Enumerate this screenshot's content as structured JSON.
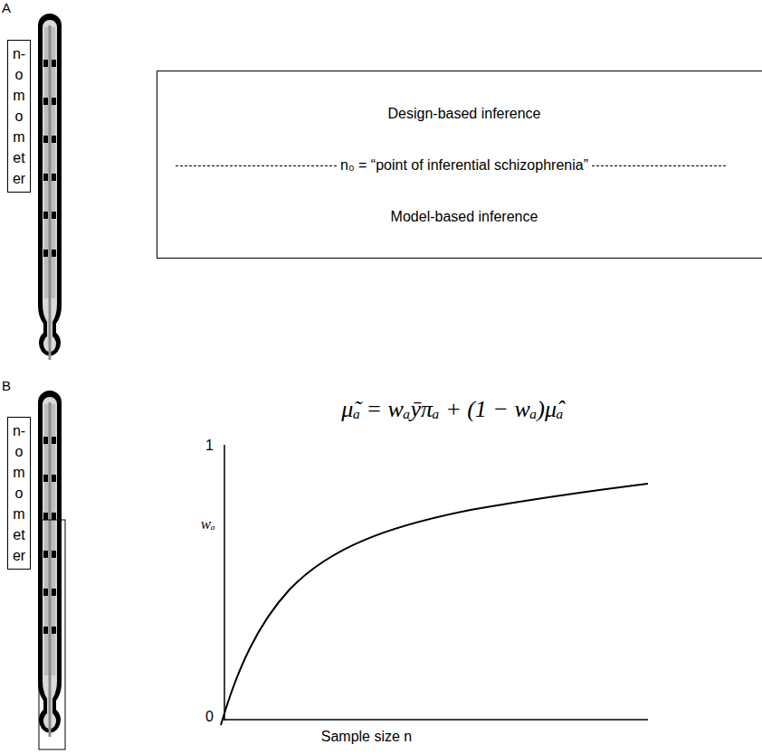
{
  "diagram": {
    "nodes": [
      {
        "text": [
          "n-omometer"
        ]
      },
      {
        "text": [
          "Design-based inference",
          "n₀ = “point of inferential schizophrenia”",
          "Model-based inference"
        ]
      },
      {
        "text": [
          "n-omometer"
        ]
      }
    ],
    "labels": [
      "A",
      "B",
      "μ̃ₐ = wₐȳπₐ + (1 − wₐ)μ̂ₐ",
      "1",
      "wₐ",
      "0",
      "Sample size n"
    ]
  }
}
